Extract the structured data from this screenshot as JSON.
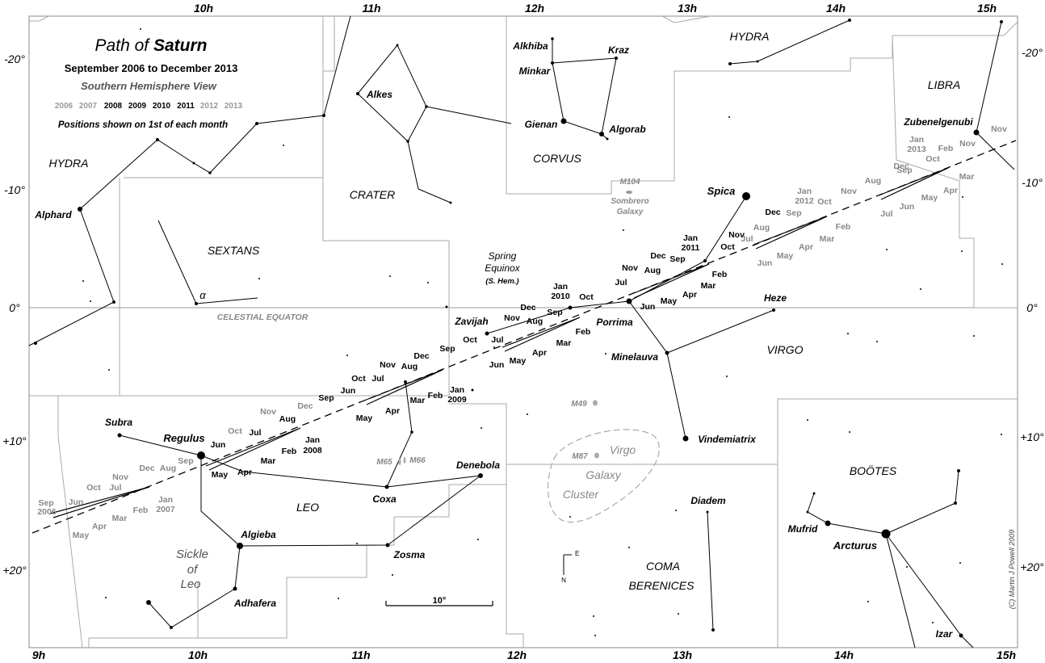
{
  "title": {
    "prefix": "Path of ",
    "planet": "Saturn"
  },
  "subtitle": "September 2006 to December 2013",
  "view": "Southern Hemisphere View",
  "years": [
    {
      "label": "2006",
      "faded": true
    },
    {
      "label": "2007",
      "faded": true
    },
    {
      "label": "2008",
      "faded": false
    },
    {
      "label": "2009",
      "faded": false
    },
    {
      "label": "2010",
      "faded": false
    },
    {
      "label": "2011",
      "faded": false
    },
    {
      "label": "2012",
      "faded": true
    },
    {
      "label": "2013",
      "faded": true
    }
  ],
  "note": "Positions shown on 1st of each month",
  "copyright": "(C) Martin J Powell 2009",
  "celestial_equator": "CELESTIAL EQUATOR",
  "scale_bar": "10°",
  "compass": {
    "east": "E",
    "north": "N"
  },
  "ra_labels_top": [
    "10h",
    "11h",
    "12h",
    "13h",
    "14h",
    "15h"
  ],
  "ra_labels_bottom": [
    "9h",
    "10h",
    "11h",
    "12h",
    "13h",
    "14h",
    "15h"
  ],
  "dec_labels": [
    "-20°",
    "-10°",
    "0°",
    "+10°",
    "+20°"
  ],
  "constellations": [
    "HYDRA",
    "HYDRA",
    "LIBRA",
    "CORVUS",
    "CRATER",
    "SEXTANS",
    "VIRGO",
    "LEO",
    "BOÖTES",
    "COMA",
    "BERENICES"
  ],
  "stars": [
    "Alkhiba",
    "Kraz",
    "Minkar",
    "Gienan",
    "Algorab",
    "Alkes",
    "Alphard",
    "α",
    "Spica",
    "Zubenelgenubi",
    "Zavijah",
    "Porrima",
    "Heze",
    "Minelauva",
    "Vindemiatrix",
    "Subra",
    "Regulus",
    "Denebola",
    "Coxa",
    "Algieba",
    "Zosma",
    "Adhafera",
    "Diadem",
    "Mufrid",
    "Arcturus",
    "Izar"
  ],
  "deep_sky": [
    "M104",
    "Sombrero",
    "Galaxy",
    "M49",
    "M87",
    "M65",
    "M66",
    "Virgo",
    "Galaxy",
    "Cluster"
  ],
  "asterism": [
    "Sickle",
    "of",
    "Leo"
  ],
  "equinox": [
    "Spring",
    "Equinox",
    "(S. Hem.)"
  ],
  "months": [
    {
      "t": "Sep",
      "f": true
    },
    {
      "t": "2006",
      "f": true
    },
    {
      "t": "Jun",
      "f": true
    },
    {
      "t": "Oct",
      "f": true
    },
    {
      "t": "Jul",
      "f": true
    },
    {
      "t": "Nov",
      "f": true
    },
    {
      "t": "Dec",
      "f": true
    },
    {
      "t": "Aug",
      "f": true
    },
    {
      "t": "Mar",
      "f": true
    },
    {
      "t": "Jan",
      "f": true
    },
    {
      "t": "Feb",
      "f": true
    },
    {
      "t": "2007",
      "f": true
    },
    {
      "t": "Apr",
      "f": true
    },
    {
      "t": "May",
      "f": true
    },
    {
      "t": "Sep",
      "f": true
    },
    {
      "t": "Nov",
      "f": true
    },
    {
      "t": "Dec",
      "f": true
    },
    {
      "t": "Oct",
      "f": true
    },
    {
      "t": "Jul",
      "f": false
    },
    {
      "t": "Aug",
      "f": false
    },
    {
      "t": "Jun",
      "f": false
    },
    {
      "t": "Jan",
      "f": false
    },
    {
      "t": "2008",
      "f": false
    },
    {
      "t": "Feb",
      "f": false
    },
    {
      "t": "Mar",
      "f": false
    },
    {
      "t": "May",
      "f": false
    },
    {
      "t": "Apr",
      "f": false
    },
    {
      "t": "Sep",
      "f": false
    },
    {
      "t": "Oct",
      "f": false
    },
    {
      "t": "Nov",
      "f": false
    },
    {
      "t": "Dec",
      "f": false
    },
    {
      "t": "Jul",
      "f": false
    },
    {
      "t": "Aug",
      "f": false
    },
    {
      "t": "Jun",
      "f": false
    },
    {
      "t": "Sep",
      "f": false
    },
    {
      "t": "Feb",
      "f": false
    },
    {
      "t": "Jan",
      "f": false
    },
    {
      "t": "2009",
      "f": false
    },
    {
      "t": "Mar",
      "f": false
    },
    {
      "t": "Apr",
      "f": false
    },
    {
      "t": "May",
      "f": false
    },
    {
      "t": "Oct",
      "f": false
    },
    {
      "t": "Nov",
      "f": false
    },
    {
      "t": "Dec",
      "f": false
    },
    {
      "t": "Jan",
      "f": false
    },
    {
      "t": "2010",
      "f": false
    },
    {
      "t": "Jul",
      "f": false
    },
    {
      "t": "Sep",
      "f": false
    },
    {
      "t": "Aug",
      "f": false
    },
    {
      "t": "Oct",
      "f": false
    },
    {
      "t": "Feb",
      "f": false
    },
    {
      "t": "Mar",
      "f": false
    },
    {
      "t": "Apr",
      "f": false
    },
    {
      "t": "Jun",
      "f": false
    },
    {
      "t": "May",
      "f": false
    },
    {
      "t": "Nov",
      "f": false
    },
    {
      "t": "Dec",
      "f": false
    },
    {
      "t": "Jan",
      "f": false
    },
    {
      "t": "2011",
      "f": false
    },
    {
      "t": "Jul",
      "f": false
    },
    {
      "t": "Aug",
      "f": false
    },
    {
      "t": "Sep",
      "f": false
    },
    {
      "t": "Oct",
      "f": false
    },
    {
      "t": "Nov",
      "f": false
    },
    {
      "t": "Feb",
      "f": false
    },
    {
      "t": "Mar",
      "f": false
    },
    {
      "t": "Apr",
      "f": false
    },
    {
      "t": "Jun",
      "f": false
    },
    {
      "t": "May",
      "f": false
    },
    {
      "t": "Dec",
      "f": false
    },
    {
      "t": "Jan",
      "f": true
    },
    {
      "t": "2012",
      "f": true
    },
    {
      "t": "Sep",
      "f": true
    },
    {
      "t": "Oct",
      "f": true
    },
    {
      "t": "Aug",
      "f": true
    },
    {
      "t": "Feb",
      "f": true
    },
    {
      "t": "Jul",
      "f": true
    },
    {
      "t": "Mar",
      "f": true
    },
    {
      "t": "Jun",
      "f": true
    },
    {
      "t": "May",
      "f": true
    },
    {
      "t": "Apr",
      "f": true
    },
    {
      "t": "Nov",
      "f": true
    },
    {
      "t": "Dec",
      "f": true
    },
    {
      "t": "Jan",
      "f": true
    },
    {
      "t": "2013",
      "f": true
    },
    {
      "t": "Nov",
      "f": true
    },
    {
      "t": "Oct",
      "f": true
    },
    {
      "t": "Feb",
      "f": true
    },
    {
      "t": "Sep",
      "f": true
    },
    {
      "t": "Aug",
      "f": true
    },
    {
      "t": "Mar",
      "f": true
    },
    {
      "t": "Apr",
      "f": true
    },
    {
      "t": "May",
      "f": true
    },
    {
      "t": "Jun",
      "f": true
    },
    {
      "t": "Jul",
      "f": true
    }
  ]
}
